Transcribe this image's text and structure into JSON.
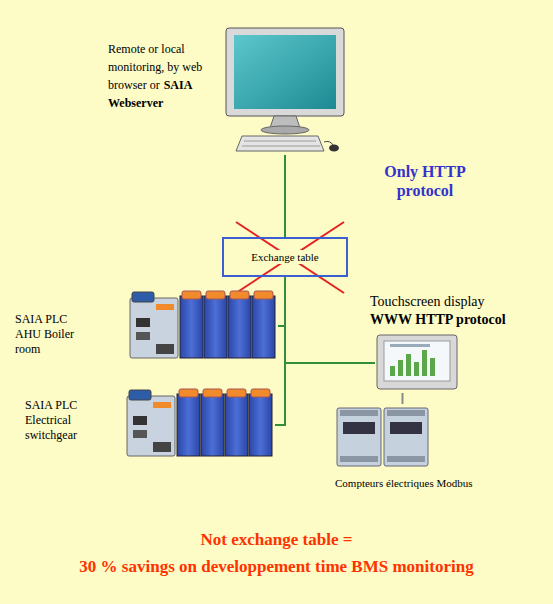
{
  "diagram": {
    "nodes": [
      {
        "text": [
          "Remote or local monitoring, by web browser or",
          "SAIA Webserver"
        ]
      },
      {
        "text": [
          "Exchange table"
        ]
      },
      {
        "text": [
          "SAIA PLC AHU Boiler room"
        ]
      },
      {
        "text": [
          "SAIA PLC Electrical switchgear"
        ]
      },
      {
        "text": [
          "Touchscreen display",
          "WWW HTTP protocol"
        ]
      },
      {
        "text": [
          "Compteurs électriques Modbus"
        ]
      }
    ],
    "edges": [
      {
        "from": 0,
        "to": 1,
        "arrow": "none"
      },
      {
        "from": 1,
        "to": 2,
        "arrow": "none"
      },
      {
        "from": 1,
        "to": 3,
        "arrow": "none"
      },
      {
        "from": 1,
        "to": 4,
        "arrow": "none"
      },
      {
        "from": 4,
        "to": 5,
        "arrow": "none"
      }
    ],
    "labels": [
      "Only HTTP protocol",
      "Not exchange table =",
      "30 % savings on developpement time BMS monitoring"
    ]
  }
}
